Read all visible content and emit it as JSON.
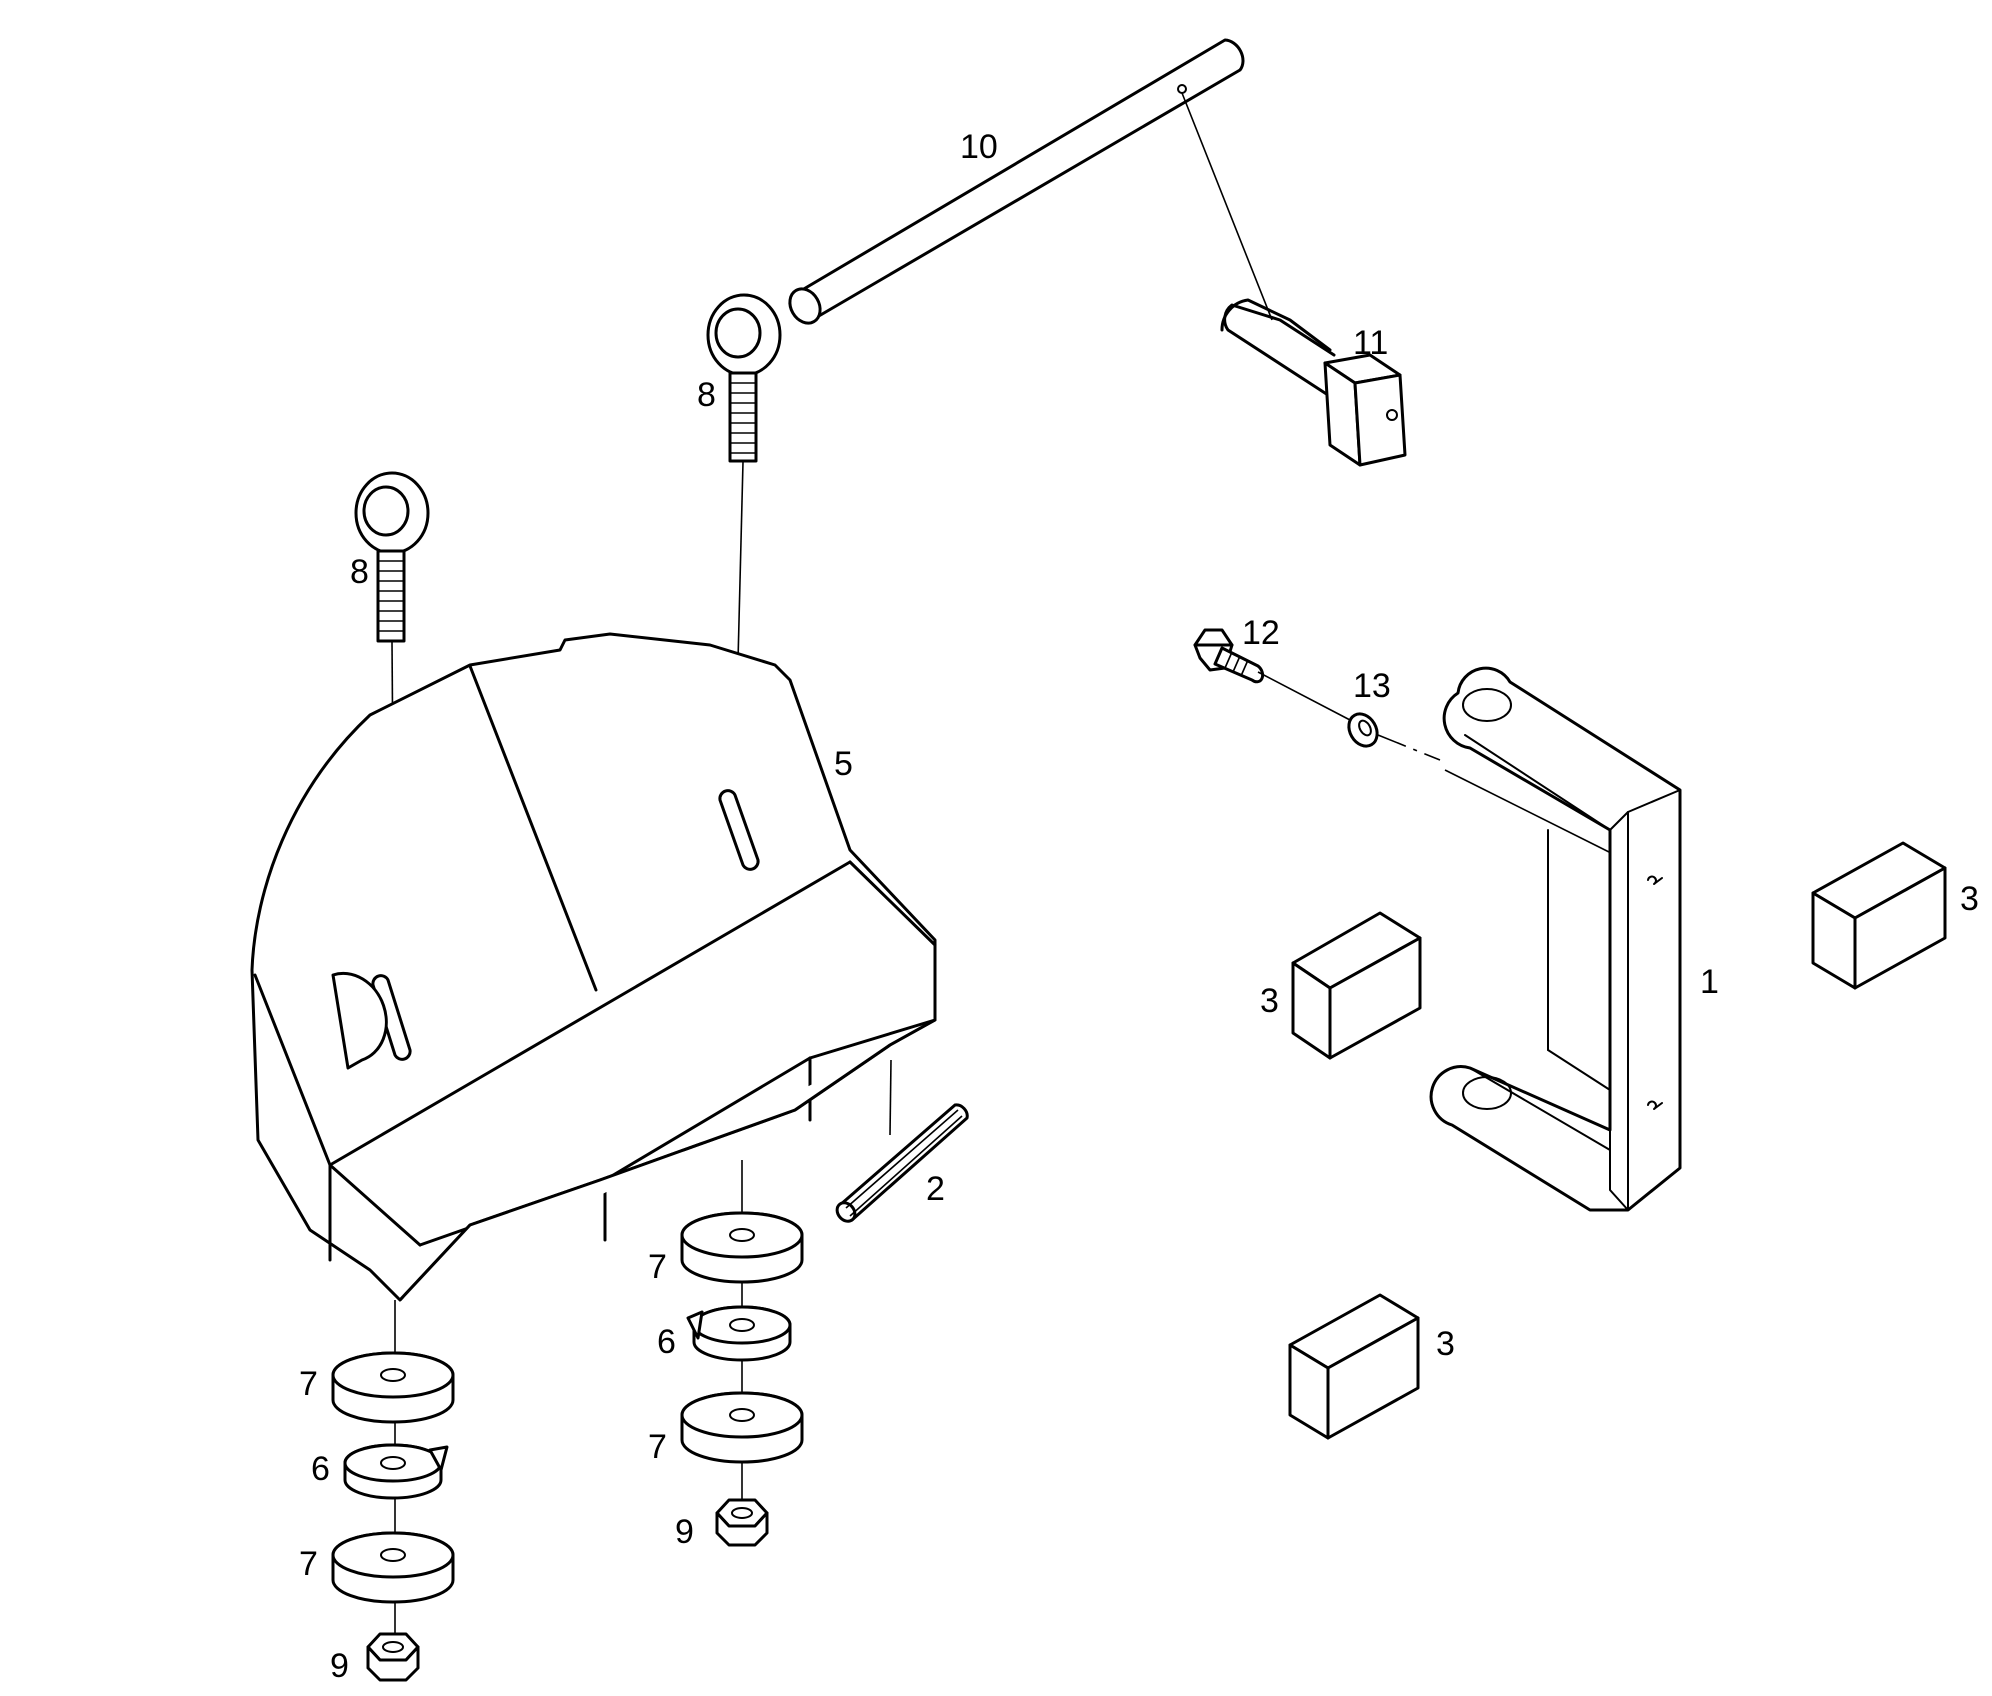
{
  "callouts": {
    "c1": "1",
    "c2": "2",
    "c3a": "3",
    "c3b": "3",
    "c3c": "3",
    "c5": "5",
    "c6a": "6",
    "c6b": "6",
    "c7a": "7",
    "c7b": "7",
    "c7c": "7",
    "c7d": "7",
    "c8a": "8",
    "c8b": "8",
    "c9a": "9",
    "c9b": "9",
    "c10": "10",
    "c11": "11",
    "c12": "12",
    "c13": "13"
  }
}
